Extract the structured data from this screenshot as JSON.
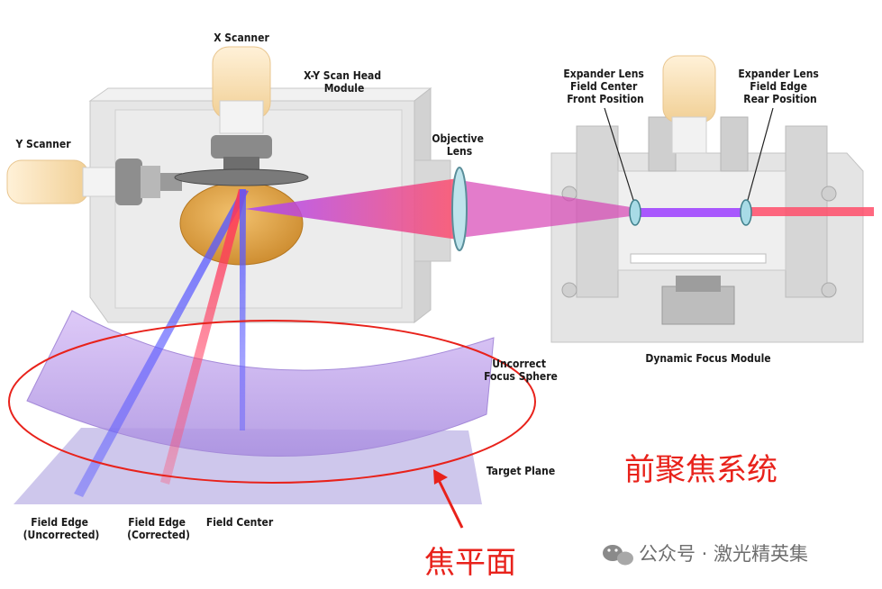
{
  "labels": {
    "x_scanner": "X Scanner",
    "scan_head_1": "X-Y Scan Head",
    "scan_head_2": "Module",
    "y_scanner": "Y Scanner",
    "objective_1": "Objective",
    "objective_2": "Lens",
    "expander_front_1": "Expander Lens",
    "expander_front_2": "Field Center",
    "expander_front_3": "Front Position",
    "expander_rear_1": "Expander Lens",
    "expander_rear_2": "Field Edge",
    "expander_rear_3": "Rear Position",
    "dynamic_focus": "Dynamic Focus Module",
    "uncorrect_1": "Uncorrect",
    "uncorrect_2": "Focus Sphere",
    "target_plane": "Target Plane",
    "field_edge_unc_1": "Field Edge",
    "field_edge_unc_2": "(Uncorrected)",
    "field_edge_cor_1": "Field Edge",
    "field_edge_cor_2": "(Corrected)",
    "field_center": "Field Center"
  },
  "annotations": {
    "pre_focus_system": "前聚焦系统",
    "focal_plane": "焦平面"
  },
  "watermark": {
    "text": "公众号 · 激光精英集"
  },
  "colors": {
    "annotation_red": "#e8221b",
    "beam_red": "#ff4d5e",
    "beam_violet": "#b040ff",
    "beam_blue": "#6f6fff",
    "sphere_violet": "#c9a8f0",
    "module_gray": "#dcdcdc"
  }
}
